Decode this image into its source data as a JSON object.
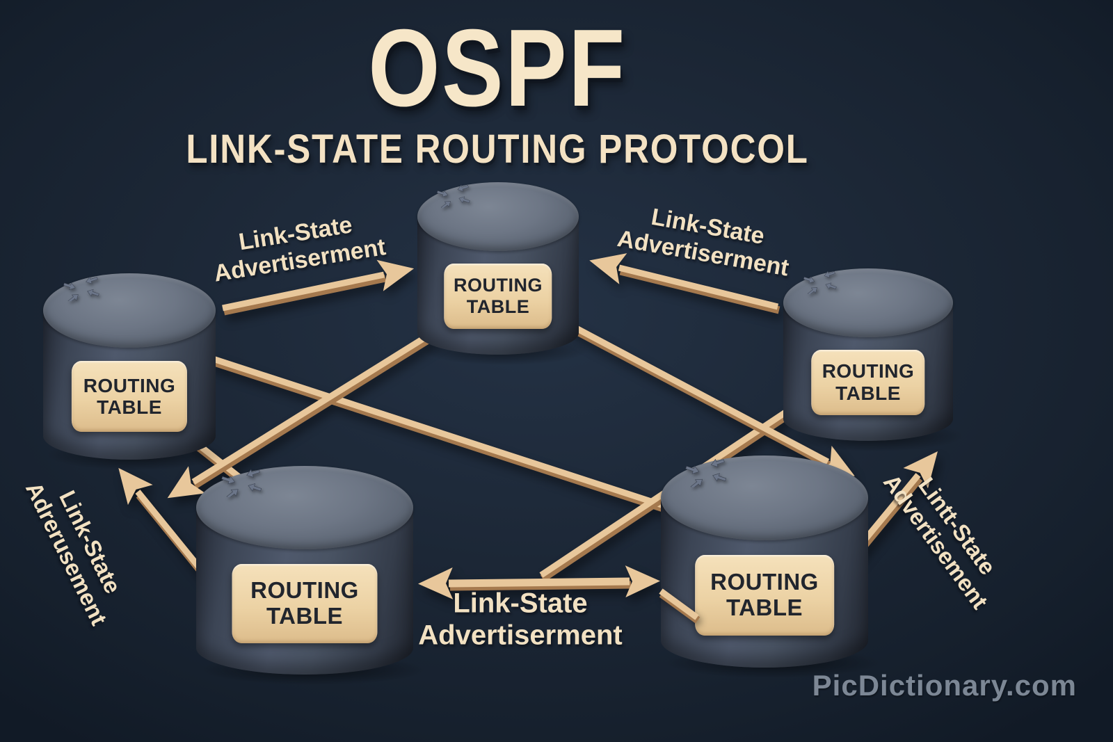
{
  "title": "OSPF",
  "subtitle": "LINK-STATE ROUTING PROTOCOL",
  "watermark": "PicDictionary.com",
  "router_plaque": {
    "line1": "ROUTING",
    "line2": "TABLE"
  },
  "labels": {
    "top_left": {
      "line1": "Link-State",
      "line2": "Advertiserment"
    },
    "top_right": {
      "line1": "Link-State",
      "line2": "Advertiserment"
    },
    "bottom_center": {
      "line1": "Link-State",
      "line2": "Advertiserment"
    },
    "left": {
      "line1": "Link-State",
      "line2": "Adrerusement"
    },
    "right": {
      "line1": "Lintt-State",
      "line2": "Advertisement"
    }
  },
  "icons": {
    "router_top": "router-port-arrows-icon"
  },
  "colors": {
    "background": "#1c2736",
    "arrow_beam": "#e8c79b",
    "arrow_beam_shade": "#a5794e",
    "label_text": "#f2e1c2",
    "plaque": "#ecd2a4",
    "plaque_text": "#21252d",
    "router_body": "#49536 3",
    "watermark": "#8f9aa8"
  }
}
